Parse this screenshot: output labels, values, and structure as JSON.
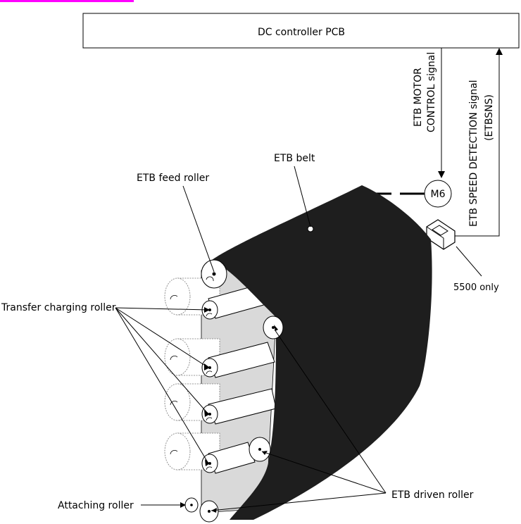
{
  "controller": {
    "label": "DC controller PCB"
  },
  "signals": {
    "motor_line1": "ETB MOTOR",
    "motor_line2": "CONTROL  signal",
    "speed_line1": "ETB SPEED DETECTION  signal",
    "speed_line2": "(ETBSNS)"
  },
  "motor": {
    "label": "M6"
  },
  "labels": {
    "etb_belt": "ETB belt",
    "etb_feed_roller": "ETB feed roller",
    "transfer_charging_roller": "Transfer charging roller",
    "attaching_roller": "Attaching roller",
    "etb_driven_roller": "ETB driven roller",
    "sensor_note": "5500 only"
  },
  "colors": {
    "belt": "#1e1e1e",
    "panel": "#d9d9d9",
    "link_bar": "#ff00ff"
  }
}
